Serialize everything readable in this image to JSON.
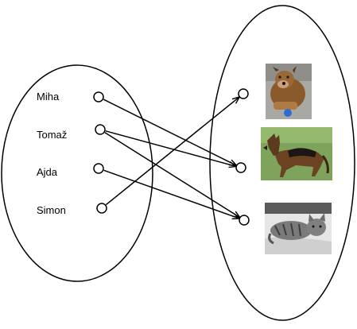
{
  "people": [
    {
      "id": "p1",
      "name": "Miha"
    },
    {
      "id": "p2",
      "name": "Tomaž"
    },
    {
      "id": "p3",
      "name": "Ajda"
    },
    {
      "id": "p4",
      "name": "Simon"
    }
  ],
  "animals": [
    {
      "id": "a1",
      "picture": "dog-icon",
      "description_visible": false
    },
    {
      "id": "a2",
      "picture": "german-shepherd-icon",
      "description_visible": false
    },
    {
      "id": "a3",
      "picture": "cat-icon",
      "description_visible": false
    }
  ],
  "mapping": [
    {
      "from": "p1",
      "to": "a2"
    },
    {
      "from": "p2",
      "to": "a2"
    },
    {
      "from": "p2",
      "to": "a3"
    },
    {
      "from": "p3",
      "to": "a3"
    },
    {
      "from": "p4",
      "to": "a1"
    }
  ],
  "colors": {
    "stroke": "#000000",
    "background": "#ffffff"
  }
}
